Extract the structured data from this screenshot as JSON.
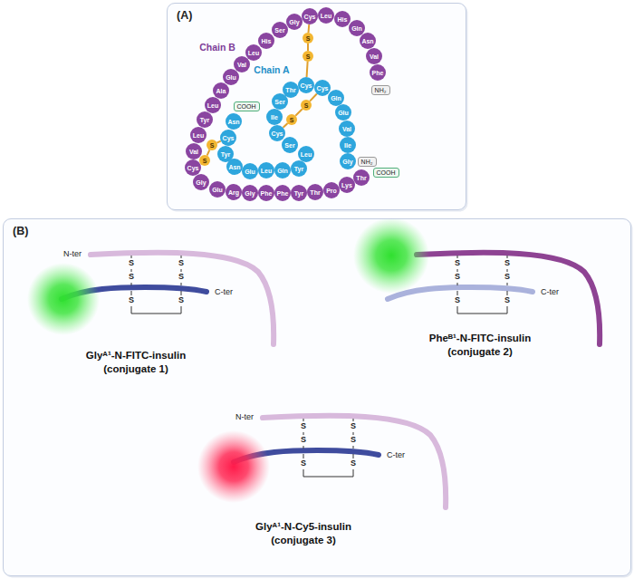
{
  "diagram": {
    "nodes": [
      {
        "text": [
          "(A)"
        ]
      },
      {
        "text": [
          "Phe"
        ],
        "in": 0
      },
      {
        "text": [
          "Val"
        ],
        "in": 0
      },
      {
        "text": [
          "Asn"
        ],
        "in": 0
      },
      {
        "text": [
          "Gln"
        ],
        "in": 0
      },
      {
        "text": [
          "His"
        ],
        "in": 0
      },
      {
        "text": [
          "Leu"
        ],
        "in": 0
      },
      {
        "text": [
          "Cys"
        ],
        "in": 0
      },
      {
        "text": [
          "Gly"
        ],
        "in": 0
      },
      {
        "text": [
          "Ser"
        ],
        "in": 0
      },
      {
        "text": [
          "His"
        ],
        "in": 0
      },
      {
        "text": [
          "Leu"
        ],
        "in": 0
      },
      {
        "text": [
          "Val"
        ],
        "in": 0
      },
      {
        "text": [
          "Glu"
        ],
        "in": 0
      },
      {
        "text": [
          "Ala"
        ],
        "in": 0
      },
      {
        "text": [
          "Leu"
        ],
        "in": 0
      },
      {
        "text": [
          "Tyr"
        ],
        "in": 0
      },
      {
        "text": [
          "Leu"
        ],
        "in": 0
      },
      {
        "text": [
          "Val"
        ],
        "in": 0
      },
      {
        "text": [
          "Cys"
        ],
        "in": 0
      },
      {
        "text": [
          "Gly"
        ],
        "in": 0
      },
      {
        "text": [
          "Glu"
        ],
        "in": 0
      },
      {
        "text": [
          "Arg"
        ],
        "in": 0
      },
      {
        "text": [
          "Gly"
        ],
        "in": 0
      },
      {
        "text": [
          "Phe"
        ],
        "in": 0
      },
      {
        "text": [
          "Phe"
        ],
        "in": 0
      },
      {
        "text": [
          "Tyr"
        ],
        "in": 0
      },
      {
        "text": [
          "Thr"
        ],
        "in": 0
      },
      {
        "text": [
          "Pro"
        ],
        "in": 0
      },
      {
        "text": [
          "Lys"
        ],
        "in": 0
      },
      {
        "text": [
          "Thr"
        ],
        "in": 0
      },
      {
        "text": [
          "Gly"
        ],
        "in": 0
      },
      {
        "text": [
          "Ile"
        ],
        "in": 0
      },
      {
        "text": [
          "Val"
        ],
        "in": 0
      },
      {
        "text": [
          "Glu"
        ],
        "in": 0
      },
      {
        "text": [
          "Gln"
        ],
        "in": 0
      },
      {
        "text": [
          "Cys"
        ],
        "in": 0
      },
      {
        "text": [
          "Cys"
        ],
        "in": 0
      },
      {
        "text": [
          "Thr"
        ],
        "in": 0
      },
      {
        "text": [
          "Ser"
        ],
        "in": 0
      },
      {
        "text": [
          "Ile"
        ],
        "in": 0
      },
      {
        "text": [
          "Cys"
        ],
        "in": 0
      },
      {
        "text": [
          "Ser"
        ],
        "in": 0
      },
      {
        "text": [
          "Leu"
        ],
        "in": 0
      },
      {
        "text": [
          "Tyr"
        ],
        "in": 0
      },
      {
        "text": [
          "Gln"
        ],
        "in": 0
      },
      {
        "text": [
          "Leu"
        ],
        "in": 0
      },
      {
        "text": [
          "Glu"
        ],
        "in": 0
      },
      {
        "text": [
          "Asn"
        ],
        "in": 0
      },
      {
        "text": [
          "Tyr"
        ],
        "in": 0
      },
      {
        "text": [
          "Cys"
        ],
        "in": 0
      },
      {
        "text": [
          "Asn"
        ],
        "in": 0
      },
      {
        "text": [
          "NH₂"
        ],
        "in": 0
      },
      {
        "text": [
          "COOH"
        ],
        "in": 0
      },
      {
        "text": [
          "NH₂"
        ],
        "in": 0
      },
      {
        "text": [
          "COOH"
        ],
        "in": 0
      },
      {
        "text": [
          "S"
        ],
        "in": 0
      },
      {
        "text": [
          "S"
        ],
        "in": 0
      },
      {
        "text": [
          "S"
        ],
        "in": 0
      },
      {
        "text": [
          "S"
        ],
        "in": 0
      },
      {
        "text": [
          "S"
        ],
        "in": 0
      },
      {
        "text": [
          "S"
        ],
        "in": 0
      },
      {
        "text": [
          "(B)"
        ]
      }
    ],
    "edges": [
      {
        "from": 7,
        "to": 56,
        "arrow": "none"
      },
      {
        "from": 56,
        "to": 57,
        "arrow": "none"
      },
      {
        "from": 57,
        "to": 37,
        "arrow": "none"
      },
      {
        "from": 36,
        "to": 58,
        "arrow": "none"
      },
      {
        "from": 58,
        "to": 59,
        "arrow": "none"
      },
      {
        "from": 59,
        "to": 41,
        "arrow": "none"
      },
      {
        "from": 19,
        "to": 60,
        "arrow": "none"
      },
      {
        "from": 60,
        "to": 61,
        "arrow": "none"
      },
      {
        "from": 61,
        "to": 50,
        "arrow": "none"
      }
    ],
    "labels": [
      "Chain B",
      "Chain A",
      "N-ter",
      "S",
      "S",
      "S",
      "S",
      "S",
      "S",
      "C-ter",
      "Glyᴬ¹-N-FITC-insulin",
      "(conjugate 1)",
      "S",
      "S",
      "S",
      "S",
      "S",
      "S",
      "C-ter",
      "Pheᴮ¹-N-FITC-insulin",
      "(conjugate 2)",
      "N-ter",
      "S",
      "S",
      "S",
      "S",
      "S",
      "S",
      "C-ter",
      "Glyᴬ¹-N-Cy5-insulin",
      "(conjugate 3)"
    ]
  }
}
